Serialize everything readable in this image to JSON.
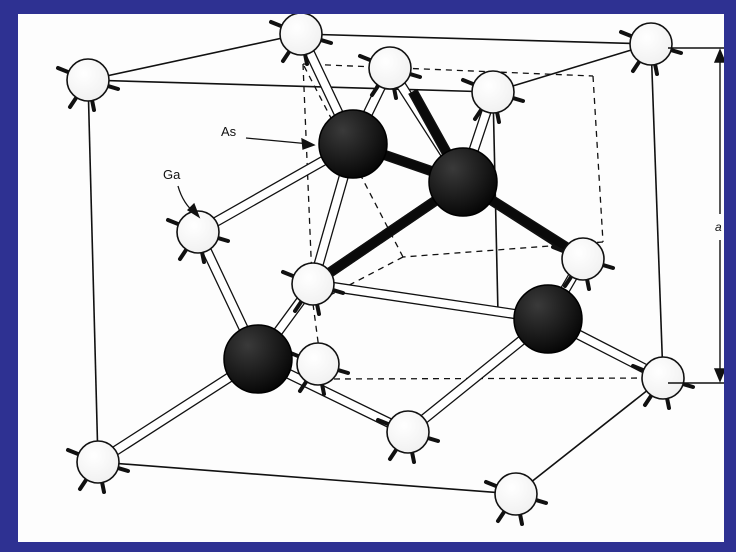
{
  "diagram": {
    "labels": {
      "arsenic": "As",
      "gallium": "Ga",
      "lattice_constant": "a"
    },
    "colors": {
      "border": "#2e3192",
      "background": "#fdfdfd",
      "arsenic_atom": "#0a0a0a",
      "gallium_atom": "#ffffff",
      "line": "#111111"
    }
  }
}
